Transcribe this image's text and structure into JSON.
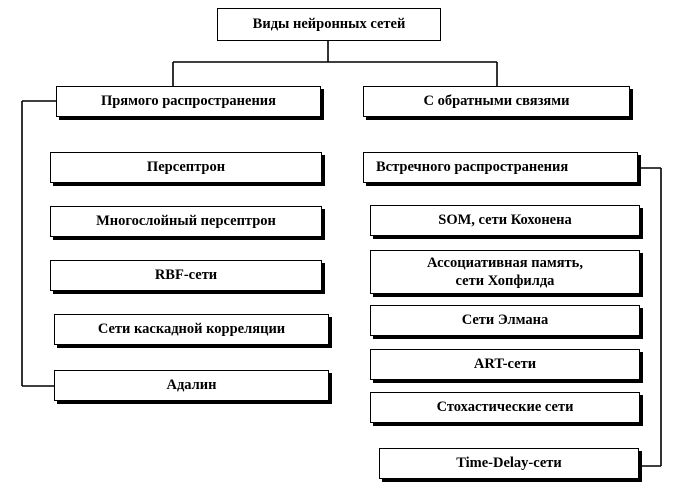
{
  "root": {
    "label": "Виды нейронных сетей"
  },
  "categories": {
    "feedforward": {
      "label": "Прямого распространения"
    },
    "feedback": {
      "label": "С обратными связями"
    }
  },
  "feedforward_types": [
    {
      "label": "Персептрон"
    },
    {
      "label": "Многослойный персептрон"
    },
    {
      "label": "RBF-сети"
    },
    {
      "label": "Сети каскадной корреляции"
    },
    {
      "label": "Адалин"
    }
  ],
  "feedback_types": [
    {
      "label": "Встречного распространения"
    },
    {
      "label": "SOM, сети Кохонена"
    },
    {
      "label_line1": "Ассоциативная память,",
      "label_line2": "сети Хопфилда"
    },
    {
      "label": "Сети Элмана"
    },
    {
      "label": "ART-сети"
    },
    {
      "label": "Стохастические сети"
    },
    {
      "label": "Time-Delay-сети"
    }
  ]
}
